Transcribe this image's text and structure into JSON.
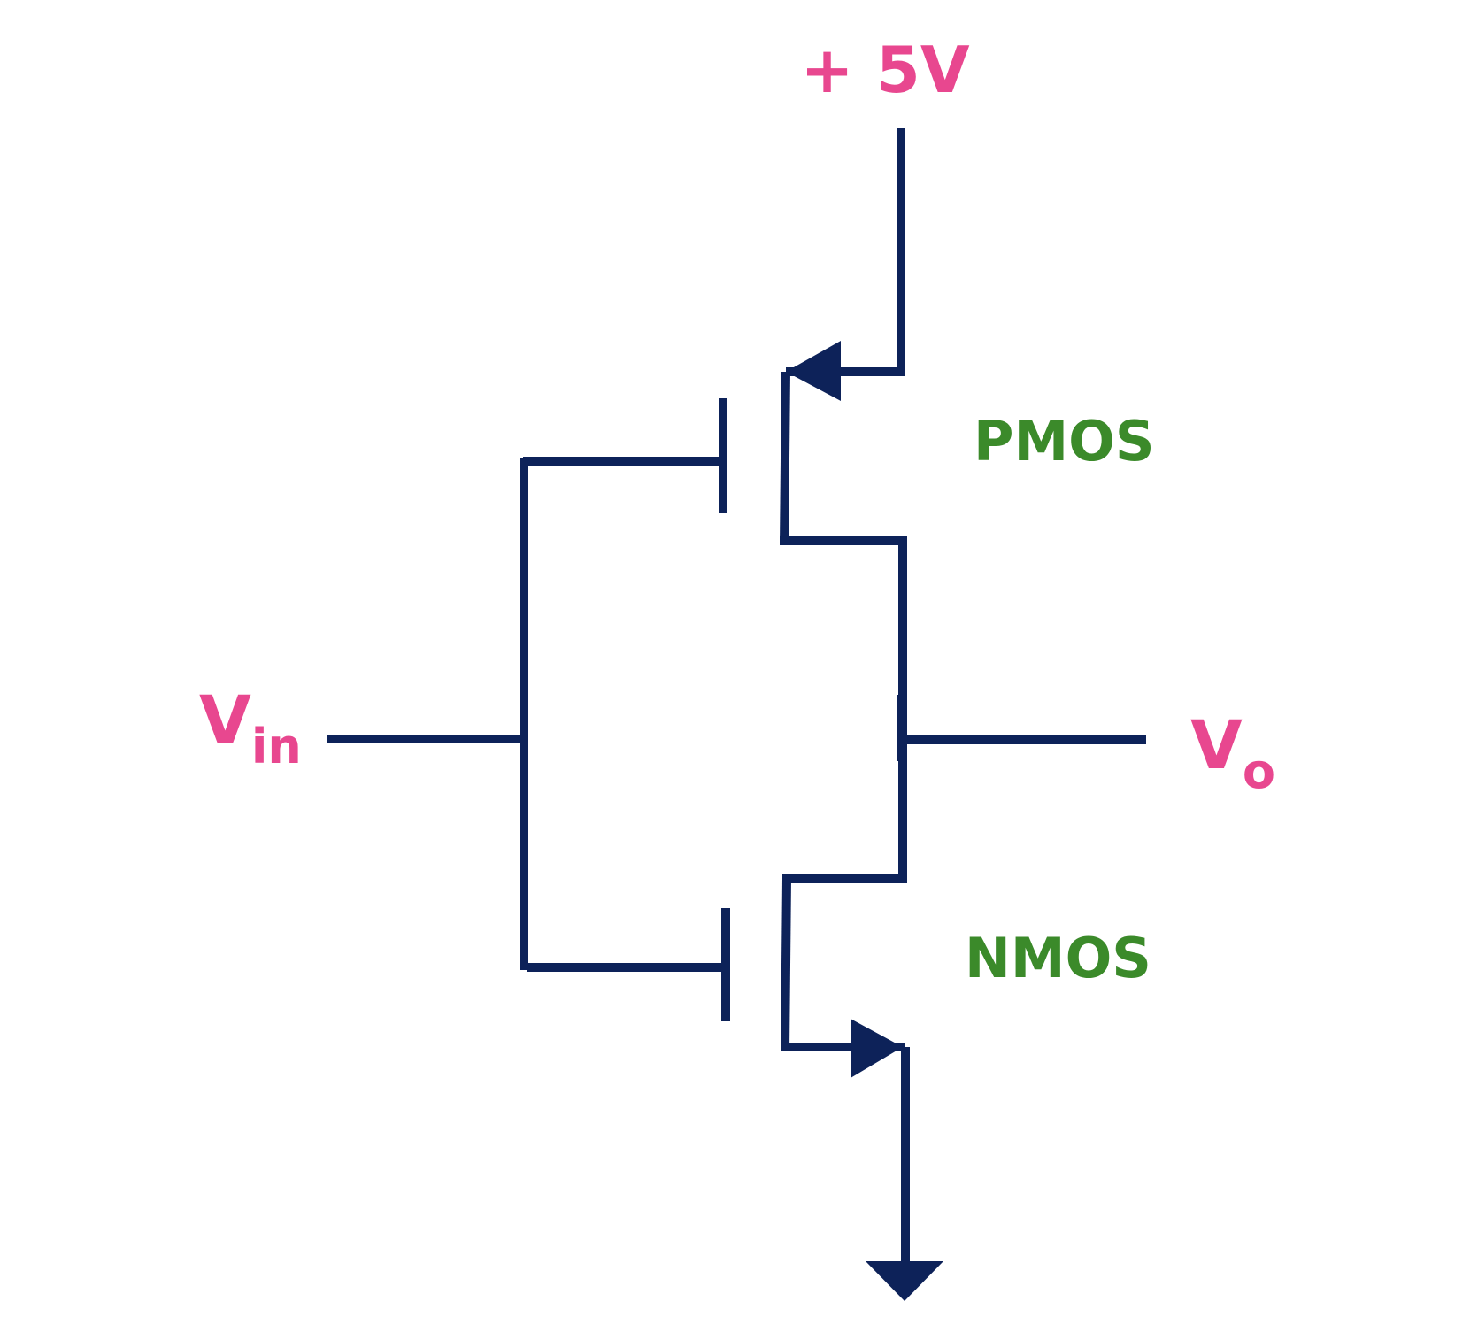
{
  "diagram": {
    "supply_label": "+ 5V",
    "vin_label_main": "V",
    "vin_label_sub": "in",
    "vout_label_main": "V",
    "vout_label_sub": "o",
    "pmos_label": "PMOS",
    "nmos_label": "NMOS"
  },
  "colors": {
    "wire": "#0d2259",
    "signal_labels": "#e8478f",
    "transistor_labels": "#3b8a2a",
    "background": "#ffffff"
  }
}
